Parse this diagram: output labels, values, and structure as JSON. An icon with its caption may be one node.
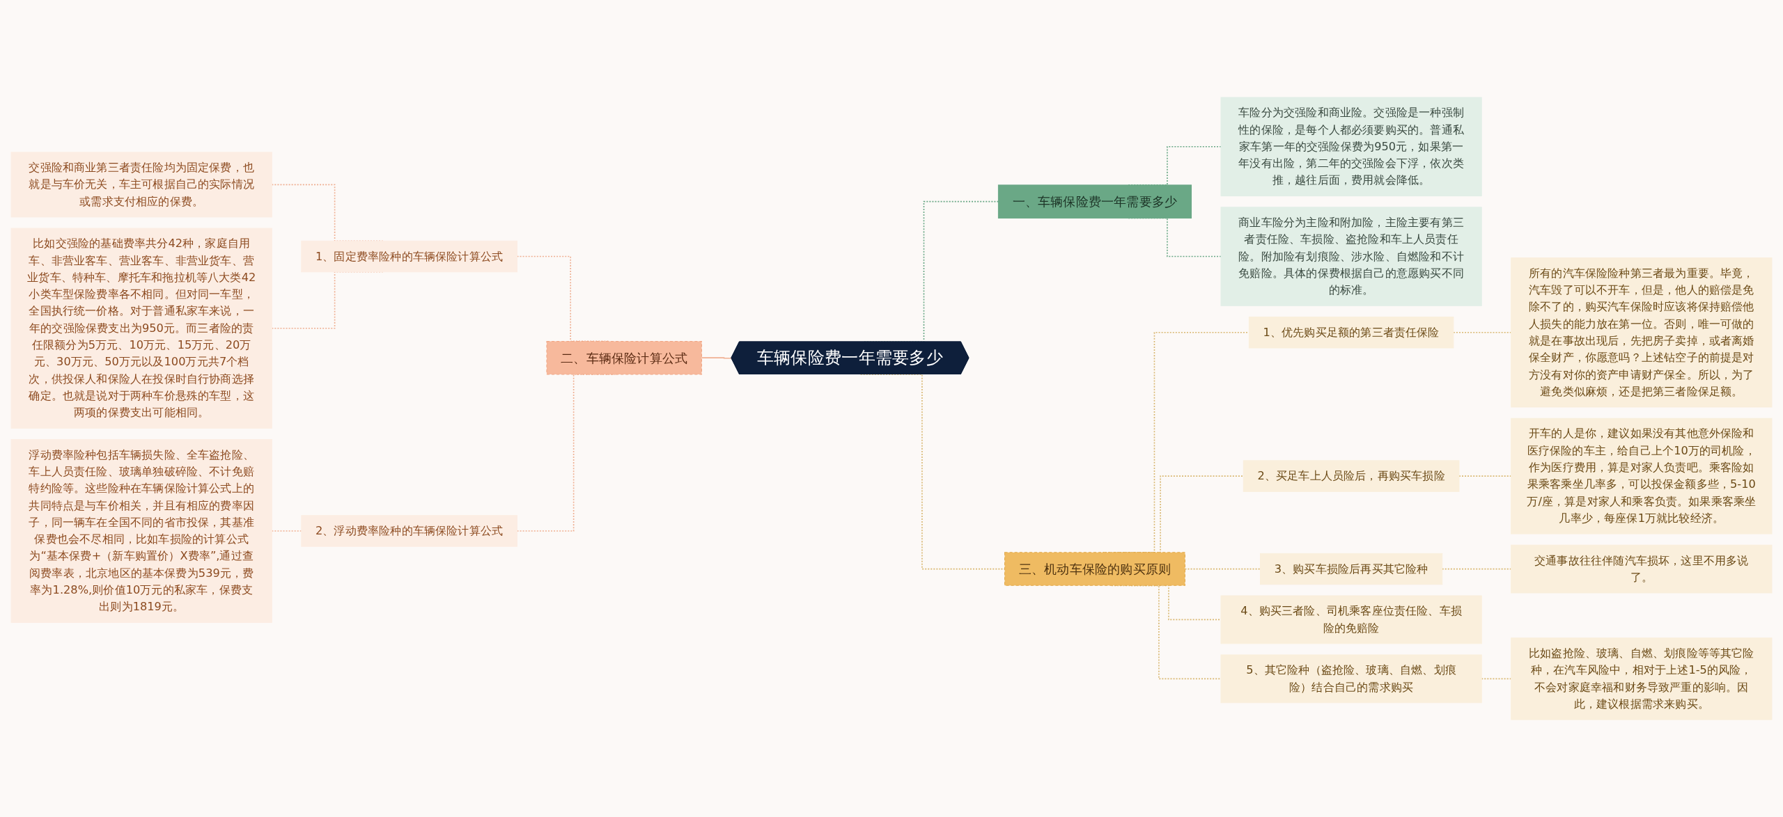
{
  "diagram": {
    "nodes": [
      {
        "text": [
          "车辆保险费一年需要多少"
        ]
      },
      {
        "text": [
          "一、车辆保险费一年需要多少"
        ]
      },
      {
        "text": [
          "车险分为交强险和商业险。交强险是一种强制性的保险，是每个人都必须要购买的。普通私家车第一年的交强险保费为950元，如果第一年没有出险，第二年的交强险会下浮，依次类推，越往后面，费用就会降低。"
        ]
      },
      {
        "text": [
          "商业车险分为主险和附加险，主险主要有第三者责任险、车损险、盗抢险和车上人员责任险。附加险有划痕险、涉水险、自燃险和不计免赔险。具体的保费根据自己的意愿购买不同的标准。"
        ]
      },
      {
        "text": [
          "二、车辆保险计算公式"
        ]
      },
      {
        "text": [
          "1、固定费率险种的车辆保险计算公式"
        ]
      },
      {
        "text": [
          "交强险和商业第三者责任险均为固定保费，也就是与车价无关，车主可根据自己的实际情况或需求支付相应的保费。"
        ]
      },
      {
        "text": [
          "比如交强险的基础费率共分42种，家庭自用车、非营业客车、营业客车、非营业货车、营业货车、特种车、摩托车和拖拉机等八大类42小类车型保险费率各不相同。但对同一车型，全国执行统一价格。对于普通私家车来说，一年的交强险保费支出为950元。而三者险的责任限额分为5万元、10万元、15万元、20万元、30万元、50万元以及100万元共7个档次，供投保人和保险人在投保时自行协商选择确定。也就是说对于两种车价悬殊的车型，这两项的保费支出可能相同。"
        ]
      },
      {
        "text": [
          "2、浮动费率险种的车辆保险计算公式"
        ]
      },
      {
        "text": [
          "浮动费率险种包括车辆损失险、全车盗抢险、车上人员责任险、玻璃单独破碎险、不计免赔特约险等。这些险种在车辆保险计算公式上的共同特点是与车价相关，并且有相应的费率因子，同一辆车在全国不同的省市投保，其基准保费也会不尽相同，比如车损险的计算公式为“基本保费+（新车购置价）X费率”,通过查阅费率表，北京地区的基本保费为539元，费率为1.28%,则价值10万元的私家车，保费支出则为1819元。"
        ]
      },
      {
        "text": [
          "三、机动车保险的购买原则"
        ]
      },
      {
        "text": [
          "1、优先购买足额的第三者责任保险"
        ]
      },
      {
        "text": [
          "所有的汽车保险险种第三者最为重要。毕竟，汽车毁了可以不开车，但是，他人的赔偿是免除不了的，购买汽车保险时应该将保持赔偿他人损失的能力放在第一位。否则，唯一可做的就是在事故出现后，先把房子卖掉，或者离婚保全财产，你愿意吗？上述钻空子的前提是对方没有对你的资产申请财产保全。所以，为了避免类似麻烦，还是把第三者险保足额。"
        ]
      },
      {
        "text": [
          "2、买足车上人员险后，再购买车损险"
        ]
      },
      {
        "text": [
          "开车的人是你，建议如果没有其他意外保险和医疗保险的车主，给自己上个10万的司机险，作为医疗费用，算是对家人负责吧。乘客险如果乘客乘坐几率多，可以投保金额多些，5-10万/座，算是对家人和乘客负责。如果乘客乘坐几率少，每座保1万就比较经济。"
        ]
      },
      {
        "text": [
          "3、购买车损险后再买其它险种"
        ]
      },
      {
        "text": [
          "交通事故往往伴随汽车损坏，这里不用多说了。"
        ]
      },
      {
        "text": [
          "4、购买三者险、司机乘客座位责任险、车损险的免赔险"
        ]
      },
      {
        "text": [
          "5、其它险种（盗抢险、玻璃、自燃、划痕险）结合自己的需求购买"
        ]
      },
      {
        "text": [
          "比如盗抢险、玻璃、自燃、划痕险等等其它险种，在汽车风险中，相对于上述1-5的风险，不会对家庭幸福和财务导致严重的影响。因此，建议根据需求来购买。"
        ]
      }
    ],
    "edges": [
      {
        "from": 0,
        "to": 1,
        "arrow": "none",
        "style": "dashed",
        "color": "#6aa886"
      },
      {
        "from": 1,
        "to": 2,
        "arrow": "none",
        "style": "dashed",
        "color": "#6aa886"
      },
      {
        "from": 1,
        "to": 3,
        "arrow": "none",
        "style": "dashed",
        "color": "#6aa886"
      },
      {
        "from": 4,
        "to": 0,
        "arrow": "none",
        "color": "#efb093"
      },
      {
        "from": 5,
        "to": 4,
        "arrow": "none",
        "style": "dashed",
        "color": "#efb093"
      },
      {
        "from": 6,
        "to": 5,
        "arrow": "none",
        "style": "dashed",
        "color": "#efb093"
      },
      {
        "from": 7,
        "to": 5,
        "arrow": "none",
        "style": "dashed",
        "color": "#efb093"
      },
      {
        "from": 8,
        "to": 4,
        "arrow": "none",
        "style": "dashed",
        "color": "#efb093"
      },
      {
        "from": 9,
        "to": 8,
        "arrow": "none",
        "style": "dashed",
        "color": "#efb093"
      },
      {
        "from": 0,
        "to": 10,
        "arrow": "none",
        "style": "dashed"
      },
      {
        "from": 10,
        "to": 11,
        "arrow": "none",
        "style": "dashed"
      },
      {
        "from": 11,
        "to": 12,
        "arrow": "none",
        "style": "dashed"
      },
      {
        "from": 10,
        "to": 13,
        "arrow": "none",
        "style": "dashed"
      },
      {
        "from": 13,
        "to": 14,
        "arrow": "none",
        "style": "dashed"
      },
      {
        "from": 10,
        "to": 15,
        "arrow": "none",
        "style": "dashed"
      },
      {
        "from": 15,
        "to": 16,
        "arrow": "none",
        "style": "dashed"
      },
      {
        "from": 10,
        "to": 17,
        "arrow": "none",
        "style": "dashed"
      },
      {
        "from": 10,
        "to": 18,
        "arrow": "none",
        "style": "dashed"
      },
      {
        "from": 18,
        "to": 19,
        "arrow": "none",
        "style": "dashed"
      }
    ]
  }
}
